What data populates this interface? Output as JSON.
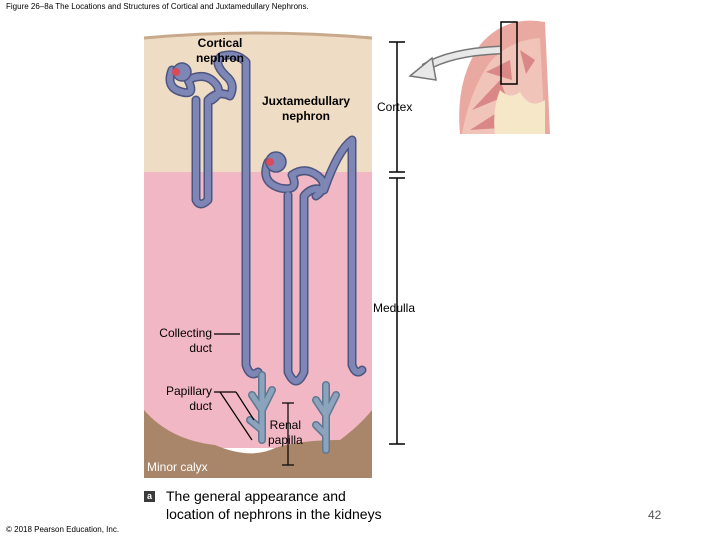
{
  "figure_title": "Figure 26–8a The Locations and Structures of Cortical and Juxtamedullary Nephrons.",
  "labels": {
    "cortical_nephron": "Cortical\nnephron",
    "juxtamedullary_nephron": "Juxtamedullary\nnephron",
    "cortex": "Cortex",
    "medulla": "Medulla",
    "collecting_duct": "Collecting\nduct",
    "papillary_duct": "Papillary\nduct",
    "renal_papilla": "Renal\npapilla",
    "minor_calyx": "Minor calyx"
  },
  "caption": {
    "badge": "a",
    "text": "The general appearance and\nlocation of nephrons in the kidneys"
  },
  "copyright": "© 2018 Pearson Education, Inc.",
  "page_number": "42",
  "colors": {
    "cortex_bg": "#efdcc4",
    "medulla_bg": "#f2b7c4",
    "calyx_bg": "#a9866a",
    "tubule": "#7d86b5",
    "tubule_edge": "#4c557f",
    "duct": "#8ba3bd",
    "glomerulus": "#d94a5b"
  }
}
